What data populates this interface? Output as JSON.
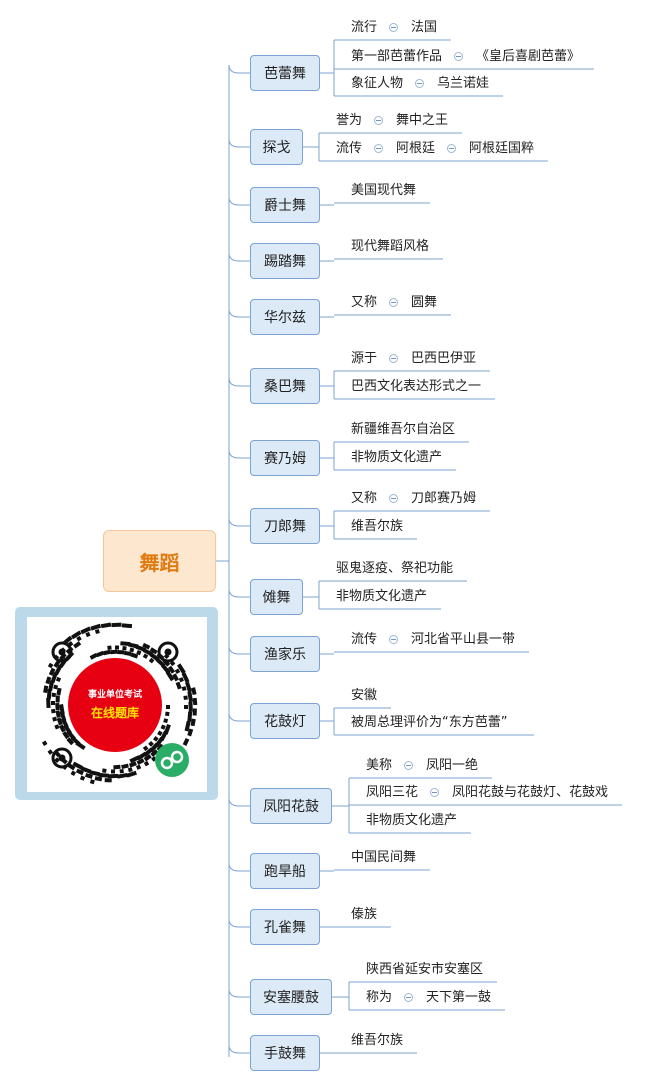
{
  "root": {
    "label": "舞蹈"
  },
  "qr": {
    "line1": "事业单位考试",
    "line2": "在线题库"
  },
  "dances": [
    {
      "label": "芭蕾舞",
      "rows": [
        [
          "流行",
          "法国"
        ],
        [
          "第一部芭蕾作品",
          "《皇后喜剧芭蕾》"
        ],
        [
          "象征人物",
          "乌兰诺娃"
        ]
      ]
    },
    {
      "label": "探戈",
      "rows": [
        [
          "誉为",
          "舞中之王"
        ],
        [
          "流传",
          "阿根廷",
          "阿根廷国粹"
        ]
      ]
    },
    {
      "label": "爵士舞",
      "rows": [
        [
          "美国现代舞"
        ]
      ]
    },
    {
      "label": "踢踏舞",
      "rows": [
        [
          "现代舞蹈风格"
        ]
      ]
    },
    {
      "label": "华尔兹",
      "rows": [
        [
          "又称",
          "圆舞"
        ]
      ]
    },
    {
      "label": "桑巴舞",
      "rows": [
        [
          "源于",
          "巴西巴伊亚"
        ],
        [
          "巴西文化表达形式之一"
        ]
      ]
    },
    {
      "label": "赛乃姆",
      "rows": [
        [
          "新疆维吾尔自治区"
        ],
        [
          "非物质文化遗产"
        ]
      ]
    },
    {
      "label": "刀郎舞",
      "rows": [
        [
          "又称",
          "刀郎赛乃姆"
        ],
        [
          "维吾尔族"
        ]
      ]
    },
    {
      "label": "傩舞",
      "rows": [
        [
          "驱鬼逐疫、祭祀功能"
        ],
        [
          "非物质文化遗产"
        ]
      ]
    },
    {
      "label": "渔家乐",
      "rows": [
        [
          "流传",
          "河北省平山县一带"
        ]
      ]
    },
    {
      "label": "花鼓灯",
      "rows": [
        [
          "安徽"
        ],
        [
          "被周总理评价为“东方芭蕾”"
        ]
      ]
    },
    {
      "label": "凤阳花鼓",
      "rows": [
        [
          "美称",
          "凤阳一绝"
        ],
        [
          "凤阳三花",
          "凤阳花鼓与花鼓灯、花鼓戏"
        ],
        [
          "非物质文化遗产"
        ]
      ]
    },
    {
      "label": "跑旱船",
      "rows": [
        [
          "中国民间舞"
        ]
      ]
    },
    {
      "label": "孔雀舞",
      "rows": [
        [
          "傣族"
        ]
      ]
    },
    {
      "label": "安塞腰鼓",
      "rows": [
        [
          "陕西省延安市安塞区"
        ],
        [
          "称为",
          "天下第一鼓"
        ]
      ]
    },
    {
      "label": "手鼓舞",
      "rows": [
        [
          "维吾尔族"
        ]
      ]
    }
  ]
}
